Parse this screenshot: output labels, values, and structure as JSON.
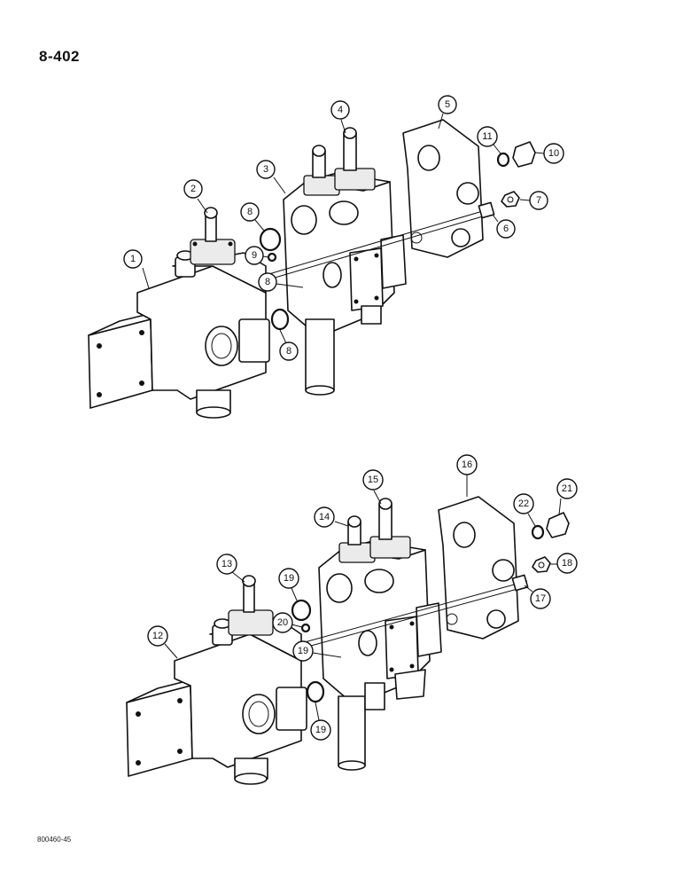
{
  "page": {
    "number": "8-402",
    "figure_code": "800460-45"
  },
  "diagram": {
    "upper_assembly": {
      "callouts": [
        {
          "label": "1"
        },
        {
          "label": "2"
        },
        {
          "label": "3"
        },
        {
          "label": "4"
        },
        {
          "label": "5"
        },
        {
          "label": "6"
        },
        {
          "label": "7"
        },
        {
          "label": "8"
        },
        {
          "label": "8"
        },
        {
          "label": "8"
        },
        {
          "label": "9"
        },
        {
          "label": "10"
        },
        {
          "label": "11"
        }
      ]
    },
    "lower_assembly": {
      "callouts": [
        {
          "label": "12"
        },
        {
          "label": "13"
        },
        {
          "label": "14"
        },
        {
          "label": "15"
        },
        {
          "label": "16"
        },
        {
          "label": "17"
        },
        {
          "label": "18"
        },
        {
          "label": "19"
        },
        {
          "label": "19"
        },
        {
          "label": "19"
        },
        {
          "label": "20"
        },
        {
          "label": "21"
        },
        {
          "label": "22"
        }
      ]
    }
  }
}
